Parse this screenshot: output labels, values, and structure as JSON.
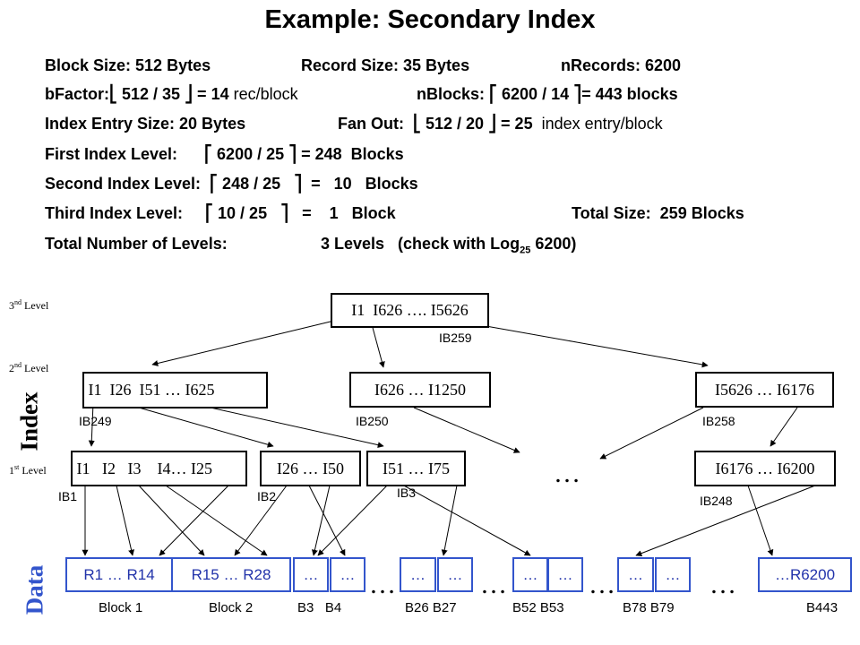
{
  "title": "Example: Secondary Index",
  "info": {
    "l1a": "Block Size: 512 Bytes",
    "l1b": "Record Size: 35 Bytes",
    "l1c": "nRecords: 6200",
    "l2a": "bFactor:⎣ 512 / 35 ⎦ = 14",
    "l2a2": " rec/block",
    "l2b": "nBlocks: ⎡ 6200 / 14 ⎤= 443 blocks",
    "l3a": "Index Entry Size: 20 Bytes",
    "l3b": "Fan Out:  ⎣ 512 / 20 ⎦ = 25",
    "l3b2": "index entry/block",
    "l4": "First Index Level:      ⎡ 6200 / 25 ⎤ = 248  Blocks",
    "l5": "Second Index Level:  ⎡ 248 / 25   ⎤  =   10   Blocks",
    "l6a": "Third Index Level:     ⎡ 10 / 25   ⎤   =    1   Block",
    "l6b": "Total Size:  259 Blocks",
    "l7a": "Total Number of Levels:",
    "l7b": "3 Levels   (check with Log",
    "l7sub": "25",
    "l7c": " 6200)"
  },
  "levels": {
    "third": "3nd Level",
    "second": "2nd Level",
    "first": "1st Level",
    "index_word": "Index",
    "data_word": "Data"
  },
  "index_boxes": {
    "ib259": "I1  I626 …. I5626",
    "ib249": " I1  I26  I51 … I625",
    "ib250": "I626 … I1250",
    "ib258": "I5626 … I6176",
    "ib1": " I1   I2   I3    I4… I25",
    "ib2": "I26 … I50",
    "ib3": "I51 … I75",
    "ib248": "I6176 … I6200"
  },
  "index_labels": {
    "ib259": "IB259",
    "ib249": "IB249",
    "ib250": "IB250",
    "ib258": "IB258",
    "ib1": "IB1",
    "ib2": "IB2",
    "ib3": "IB3",
    "ib248": "IB248"
  },
  "data_boxes": {
    "d1": "R1 … R14",
    "d2": "R15 … R28",
    "d3": "…",
    "d4": "…",
    "d26": "…",
    "d27": "…",
    "d52": "…",
    "d53": "…",
    "d78": "…",
    "d79": "…",
    "d443": "…R6200"
  },
  "block_labels": {
    "b1": "Block 1",
    "b2": "Block 2",
    "b34": "B3   B4",
    "b2627": "B26 B27",
    "b5253": "B52 B53",
    "b7879": "B78 B79",
    "b443": "B443"
  },
  "ellipsis": "…",
  "colors": {
    "data_border": "#3355cc",
    "data_text": "#2233aa"
  }
}
